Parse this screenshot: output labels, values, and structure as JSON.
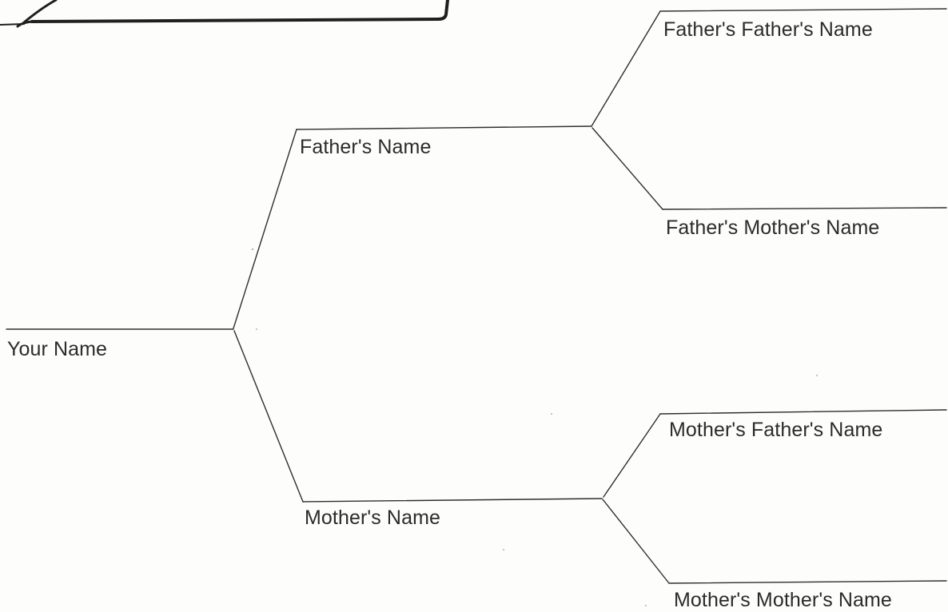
{
  "tree": {
    "self": {
      "label": "Your Name"
    },
    "parents": {
      "father": {
        "label": "Father's Name"
      },
      "mother": {
        "label": "Mother's Name"
      }
    },
    "grandparents": {
      "fathers_father": {
        "label": "Father's Father's Name"
      },
      "fathers_mother": {
        "label": "Father's Mother's Name"
      },
      "mothers_father": {
        "label": "Mother's Father's Name"
      },
      "mothers_mother": {
        "label": "Mother's Mother's Name"
      }
    }
  },
  "colors": {
    "line": "#2e2e2e",
    "text": "#2b2b2b",
    "paper": "#fdfdfb"
  }
}
